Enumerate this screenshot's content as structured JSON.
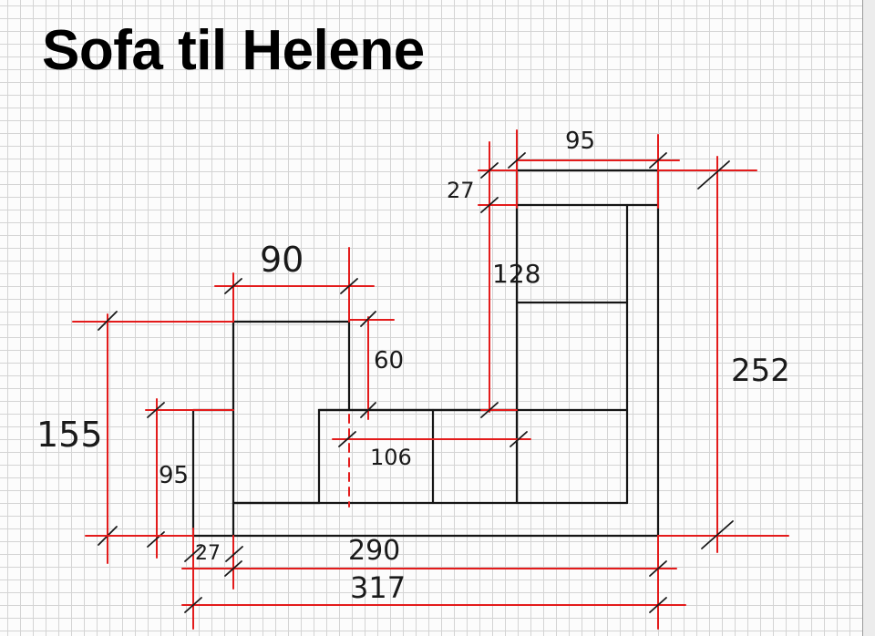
{
  "title": "Sofa til Helene",
  "dimensions": {
    "top_width": "95",
    "backrest_depth": "27",
    "chaise_length": "128",
    "total_depth": "252",
    "module_width": "90",
    "module_depth": "60",
    "left_height": "155",
    "arm_height": "95",
    "middle_width": "106",
    "arm_width": "27",
    "inner_width": "290",
    "total_width": "317"
  },
  "colors": {
    "outline": "#151515",
    "dimension_line": "#e31b1b",
    "grid": "#d4d4d4"
  }
}
